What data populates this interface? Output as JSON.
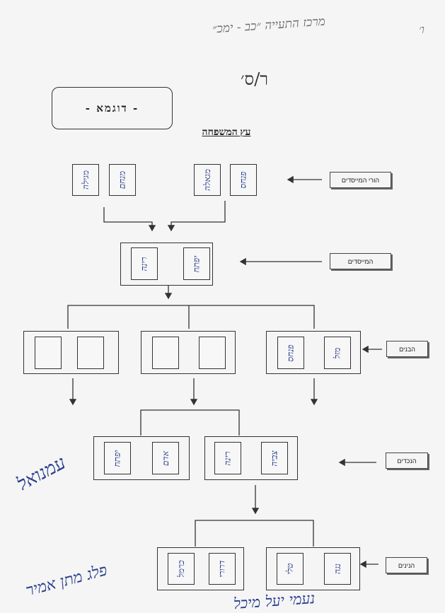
{
  "header_notes": {
    "right": "ו׳",
    "grade": "מרכז התעייה ״כב - ימכ״",
    "date": "ר/ס׳"
  },
  "example_label": "- דוגמא -",
  "title": "עץ המשפחה",
  "row_labels": {
    "founders_parents": "הורי המייסדים",
    "founders": "המייסדים",
    "children": "הבנים",
    "grandchildren": "הנכדים",
    "great_grandchildren": "הנינים"
  },
  "generations": {
    "founders_parents": [
      {
        "a": "מגילה",
        "b": "מנחם"
      },
      {
        "a": "מגאלה",
        "b": "פנחס"
      }
    ],
    "founders": [
      {
        "a": "רינה",
        "b": "יפתח"
      }
    ],
    "children": [
      {
        "a": "",
        "b": ""
      },
      {
        "a": "",
        "b": ""
      },
      {
        "a": "פנחס",
        "b": "מזל"
      }
    ],
    "grandchildren": [
      {
        "a": "יפתח",
        "b": "אדם"
      },
      {
        "a": "רינה",
        "b": "צביה"
      }
    ],
    "great_grandchildren": [
      {
        "a": "כרמל",
        "b": "דרורי"
      },
      {
        "a": "טלי",
        "b": "נגה"
      }
    ]
  },
  "margin_notes": {
    "left_mid": "עמנואל",
    "bottom_right": "פלג מתן אמיר",
    "bottom": "נעמי יעל מיכל"
  }
}
